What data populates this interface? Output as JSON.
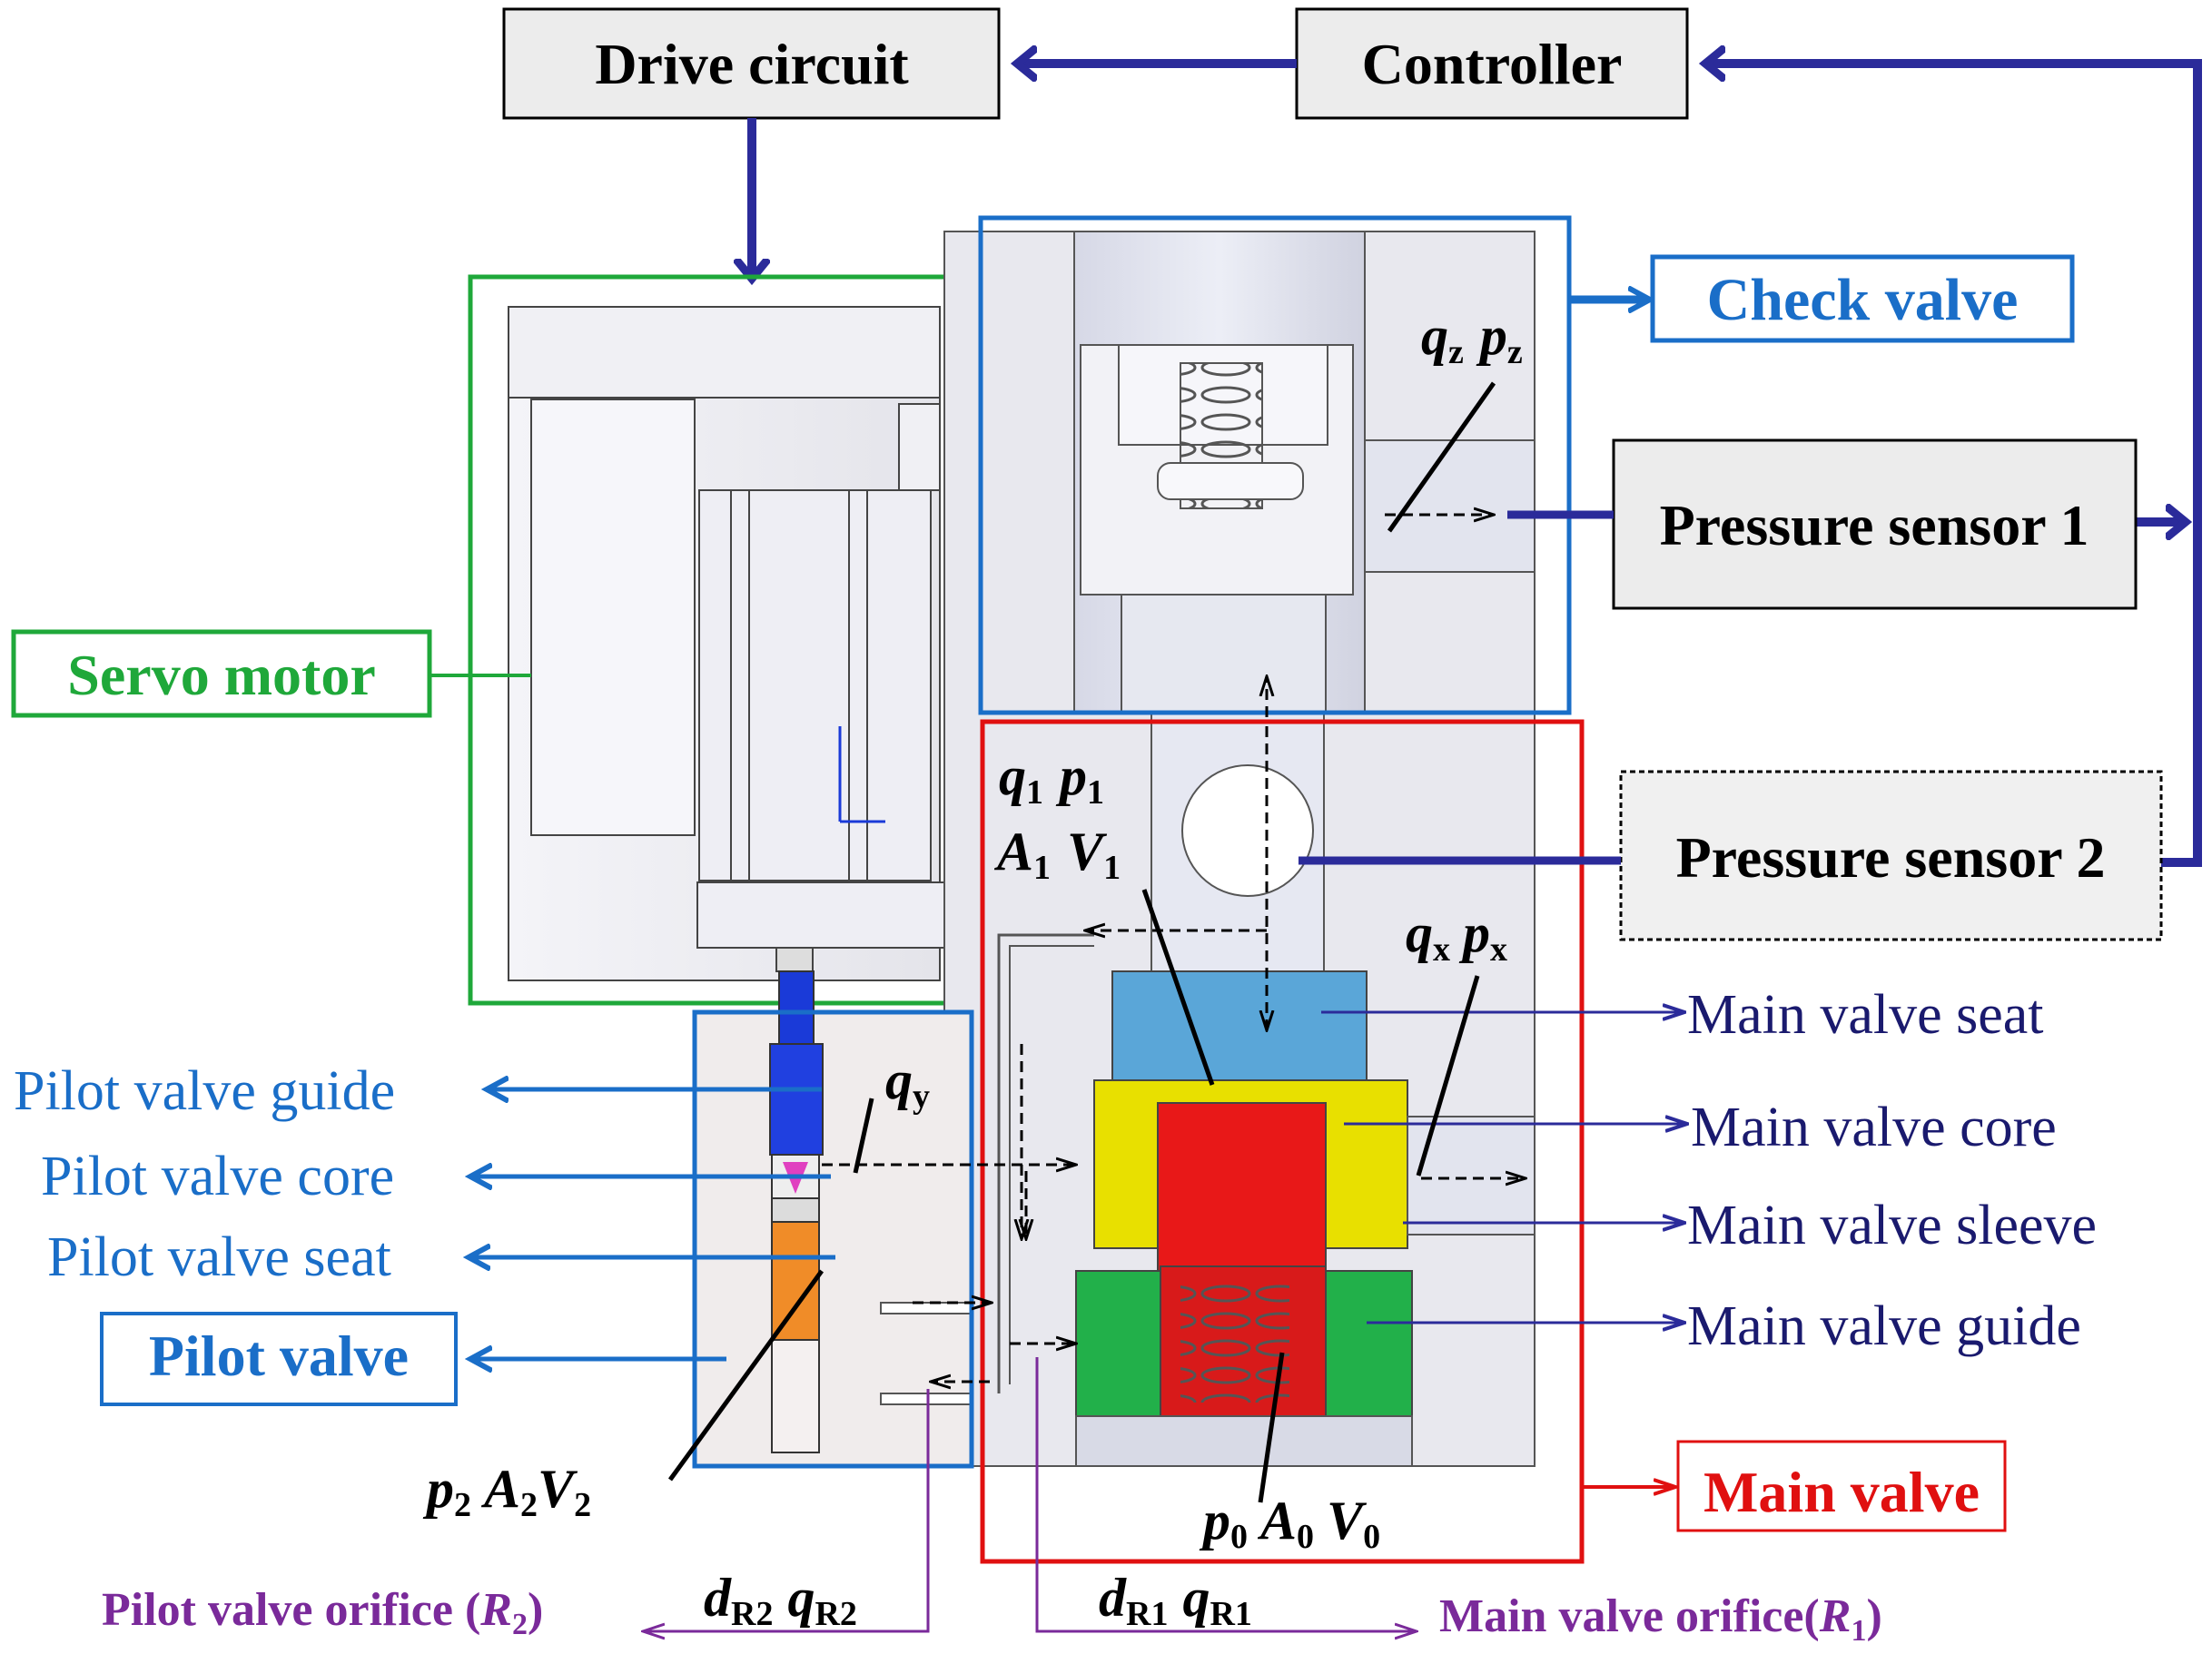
{
  "boxes": {
    "drive_circuit": "Drive circuit",
    "controller": "Controller",
    "pressure_sensor_1": "Pressure sensor 1",
    "pressure_sensor_2": "Pressure sensor 2"
  },
  "section_labels": {
    "check_valve": "Check valve",
    "servo_motor": "Servo motor",
    "pilot_valve": "Pilot valve",
    "main_valve": "Main valve"
  },
  "pilot_callouts": [
    "Pilot valve guide",
    "Pilot valve core",
    "Pilot valve seat"
  ],
  "main_callouts": [
    "Main valve seat",
    "Main valve core",
    "Main valve sleeve",
    "Main valve guide"
  ],
  "orifice_labels": {
    "pilot": "Pilot valve orifice (",
    "pilot_symbol": "R",
    "pilot_sub": "2",
    "pilot_close": ")",
    "main": "Main valve orifice(",
    "main_symbol": "R",
    "main_sub": "1",
    "main_close": ")"
  },
  "symbols": {
    "qz": [
      "q",
      "z"
    ],
    "pz": [
      "p",
      "z"
    ],
    "q1": [
      "q",
      "1"
    ],
    "p1": [
      "p",
      "1"
    ],
    "A1": [
      "A",
      "1"
    ],
    "V1": [
      "V",
      "1"
    ],
    "qx": [
      "q",
      "x"
    ],
    "px": [
      "p",
      "x"
    ],
    "qy": [
      "q",
      "y"
    ],
    "p2": [
      "p",
      "2"
    ],
    "A2": [
      "A",
      "2"
    ],
    "V2": [
      "V",
      "2"
    ],
    "p0": [
      "p",
      "0"
    ],
    "A0": [
      "A",
      "0"
    ],
    "V0": [
      "V",
      "0"
    ],
    "dR2": [
      "d",
      "R2"
    ],
    "qR2": [
      "q",
      "R2"
    ],
    "dR1": [
      "d",
      "R1"
    ],
    "qR1": [
      "q",
      "R1"
    ]
  },
  "colors": {
    "arrow_navy": "#2b2b9a",
    "check_valve_blue": "#1a6ec8",
    "servo_green": "#1fa83a",
    "main_red": "#e01010",
    "orifice_purple": "#7a2a9a",
    "core_red": "#e81818",
    "sleeve_yellow": "#e8e000",
    "guide_green": "#22b04a",
    "seat_blue": "#5aa6d8",
    "pilot_orange": "#f08c28"
  }
}
